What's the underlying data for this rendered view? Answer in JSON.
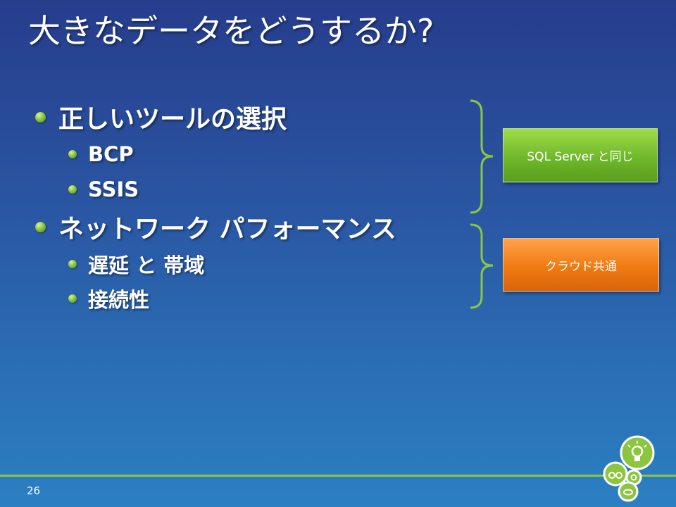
{
  "slide": {
    "title": "大きなデータをどうするか?",
    "page_number": "26"
  },
  "bullets": [
    {
      "level": 1,
      "text": "正しいツールの選択"
    },
    {
      "level": 2,
      "text": "BCP"
    },
    {
      "level": 2,
      "text": "SSIS"
    },
    {
      "level": 1,
      "text": "ネットワーク パフォーマンス"
    },
    {
      "level": 2,
      "text": "遅延 と 帯域"
    },
    {
      "level": 2,
      "text": "接続性"
    }
  ],
  "callouts": {
    "first": {
      "label": "SQL Server と同じ",
      "color": "#6fb82a"
    },
    "second": {
      "label": "クラウド共通",
      "color": "#f07a12"
    }
  },
  "colors": {
    "bullet": "#8cc63f",
    "brace": "#8cc63f",
    "footer_line": "#8cc63f"
  },
  "icons": [
    "lightbulb-icon",
    "binoculars-icon",
    "gears-icon",
    "cloud-icon"
  ]
}
